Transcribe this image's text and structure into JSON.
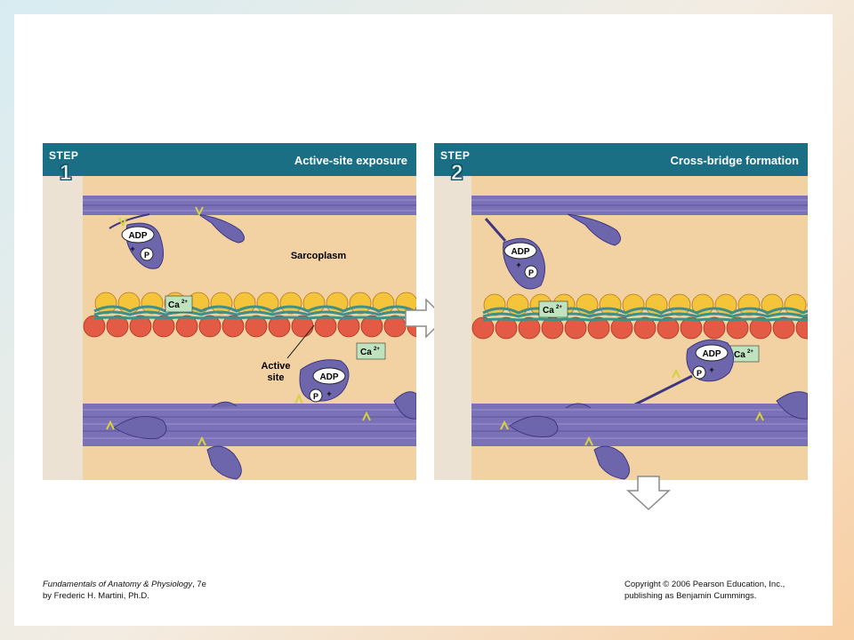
{
  "panels": [
    {
      "step_word": "STEP",
      "step_number": "1",
      "title": "Active-site exposure",
      "labels": {
        "sarcoplasm": "Sarcoplasm",
        "active_site_line1": "Active",
        "active_site_line2": "site",
        "ca1": "Ca",
        "ca2": "Ca",
        "ca_superscript": "2+",
        "adp": "ADP",
        "p": "P",
        "plus": "+"
      }
    },
    {
      "step_word": "STEP",
      "step_number": "2",
      "title": "Cross-bridge formation",
      "labels": {
        "ca1": "Ca",
        "ca2": "Ca",
        "ca_superscript": "2+",
        "adp": "ADP",
        "p": "P",
        "plus": "+"
      }
    }
  ],
  "colors": {
    "header_bg": "#1b6f85",
    "panel_bg": "#ece2d4",
    "sarcoplasm": "#f2d2a2",
    "filament": "#7b71b8",
    "myosin_head": "#6e66ad",
    "actin_red": "#e45b45",
    "actin_yellow": "#f4c53a",
    "tropomyosin": "#3f8f8a",
    "calcium_label": "#bfe3bf"
  },
  "icons": [
    "right-arrow-icon",
    "down-arrow-icon"
  ],
  "footer": {
    "left_line1_title": "Fundamentals of Anatomy & Physiology",
    "left_line1_edition": ", 7e",
    "left_line2": "by Frederic H. Martini, Ph.D.",
    "right_line1": "Copyright © 2006 Pearson Education, Inc.,",
    "right_line2": "publishing as Benjamin Cummings."
  }
}
